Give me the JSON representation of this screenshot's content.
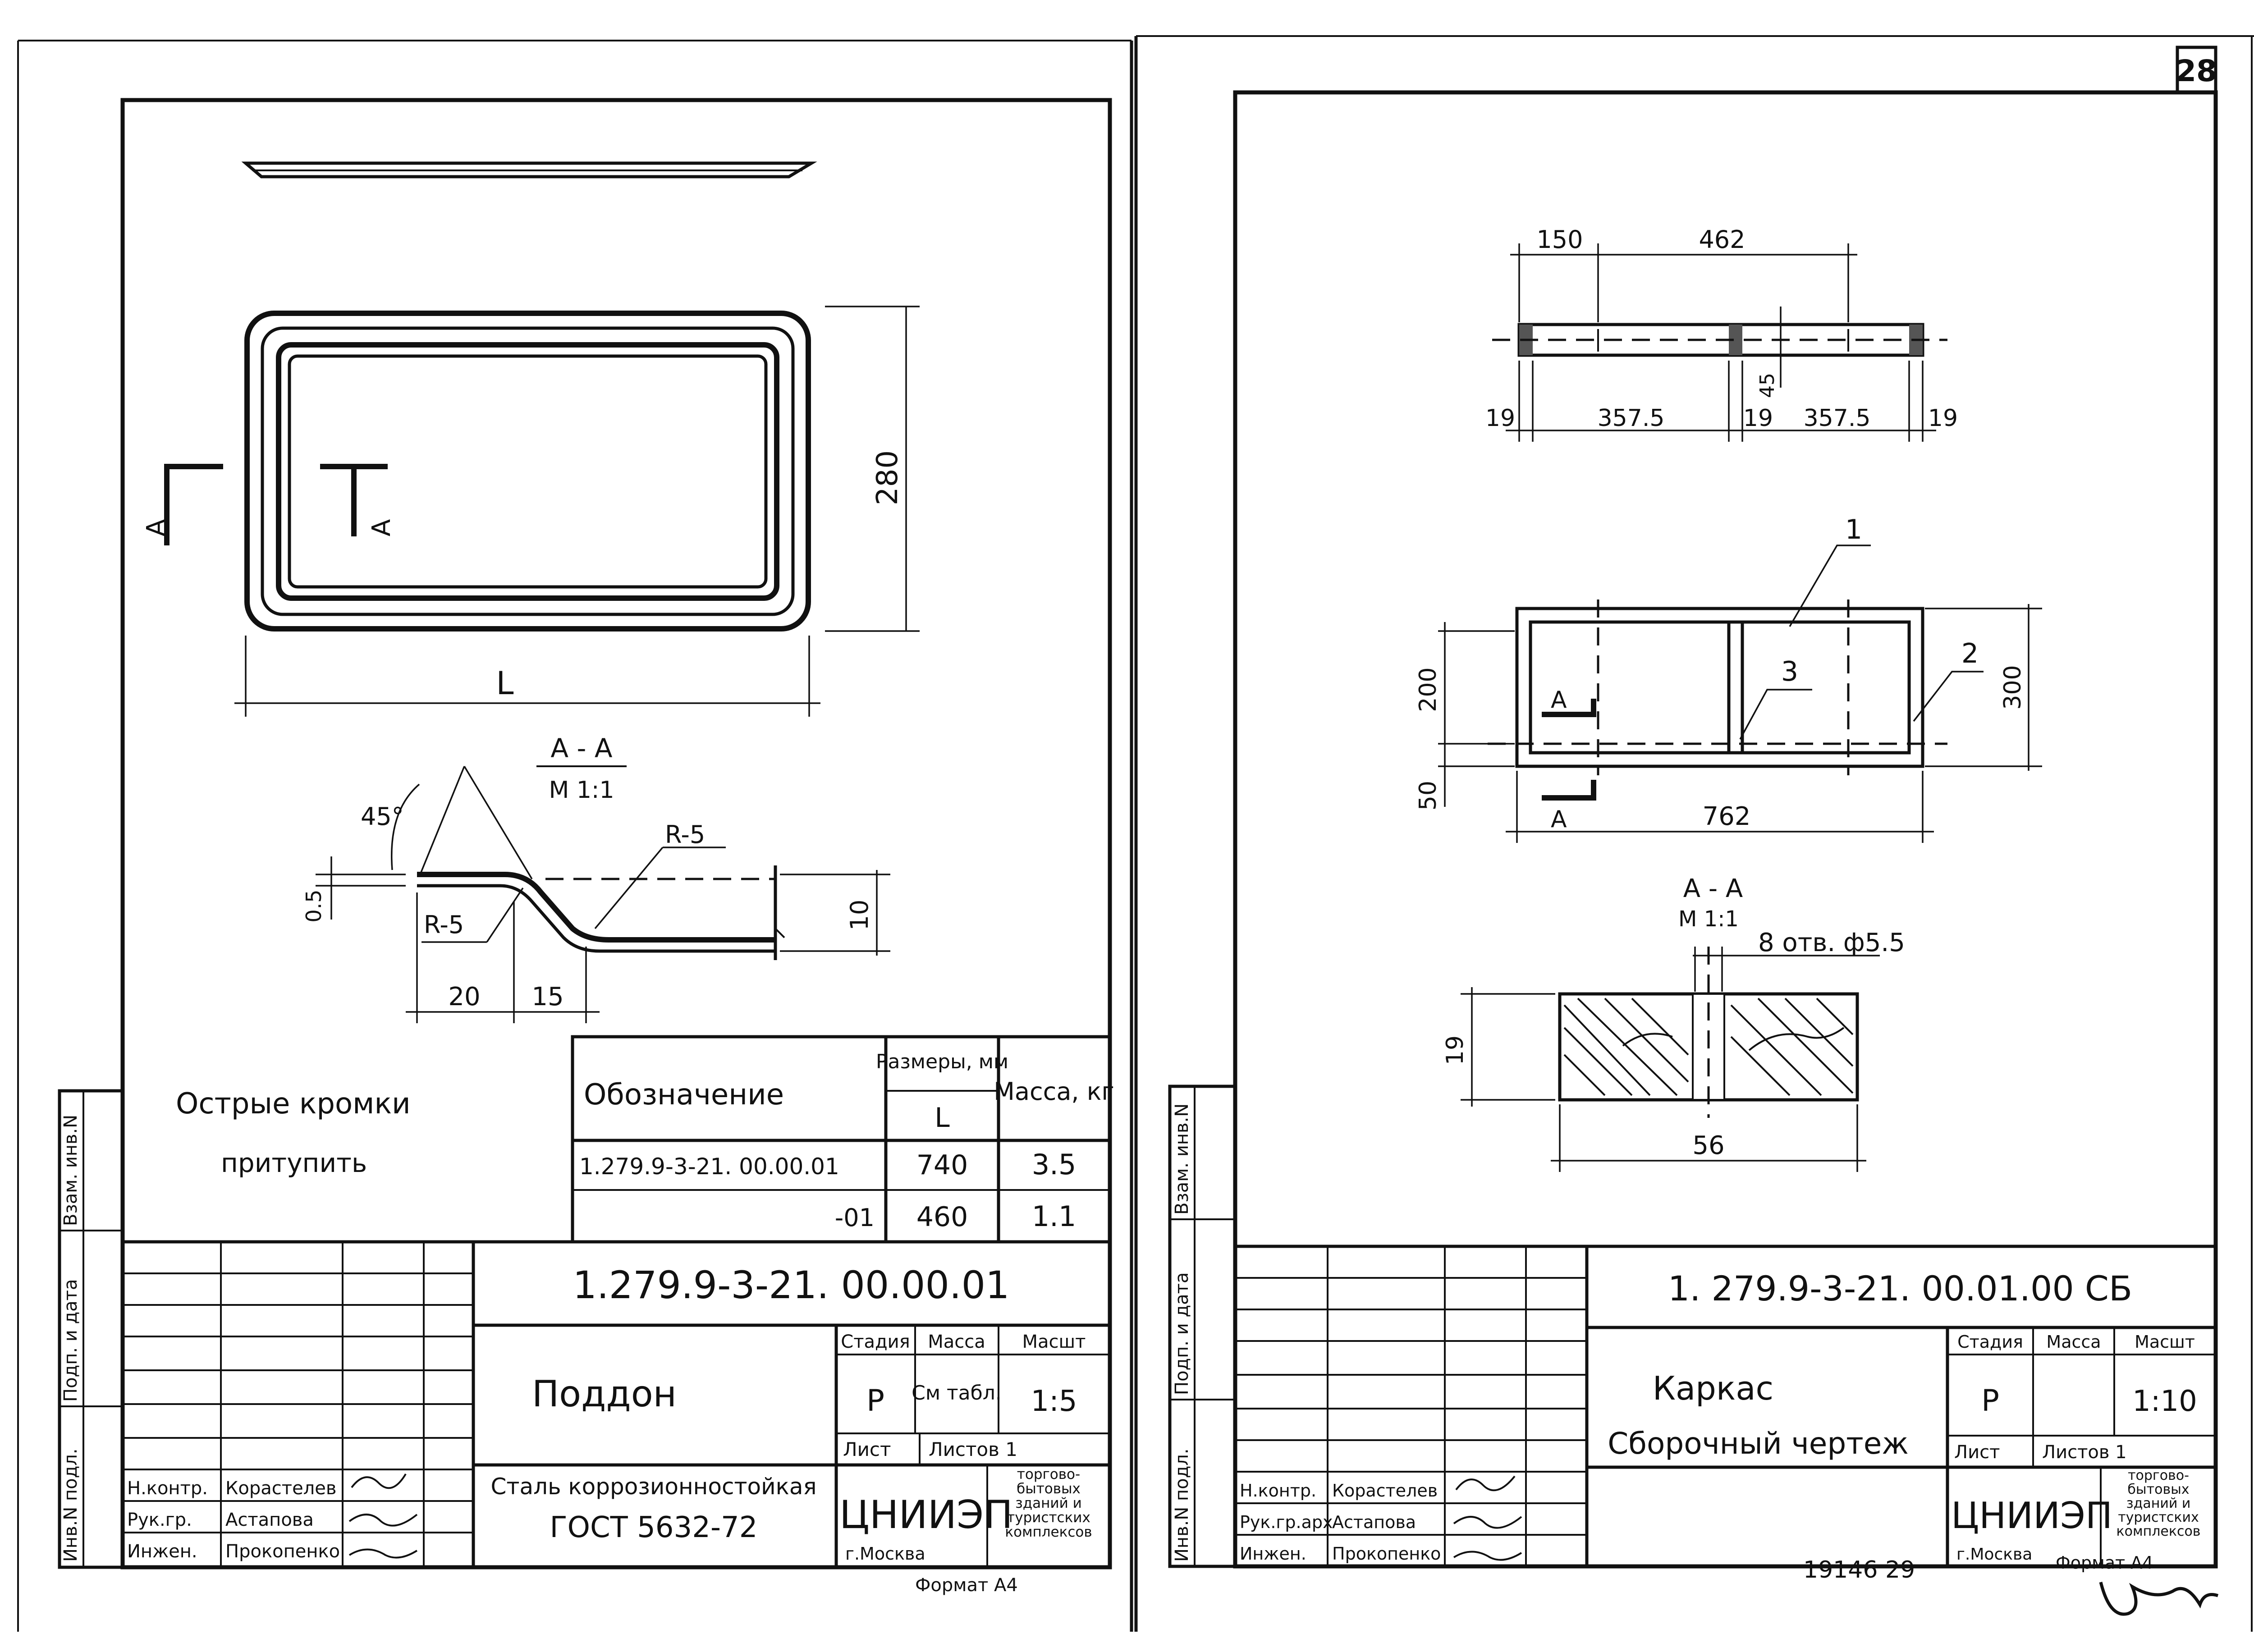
{
  "page_number": "28",
  "left_sheet": {
    "drawing": {
      "dim_height": "280",
      "dim_length": "L",
      "section_mark": "A",
      "section_title": "A - A",
      "section_scale": "M 1:1",
      "angle": "45°",
      "radius_outer": "R-5",
      "radius_inner": "R-5",
      "dim_thickness": "0.5",
      "dim_depth": "10",
      "dim_flat": "20",
      "dim_slope": "15"
    },
    "note_line1": "Острые кромки",
    "note_line2": "притупить",
    "table": {
      "col_designation": "Обозначение",
      "col_dims": "Размеры, мм",
      "col_dims_sub": "L",
      "col_mass": "Масса, кг",
      "rows": [
        {
          "designation": "1.279.9-3-21. 00.00.01",
          "L": "740",
          "mass": "3.5"
        },
        {
          "designation": "-01",
          "L": "460",
          "mass": "1.1"
        }
      ]
    },
    "side_labels": [
      "Взам. инв.N",
      "Подп. и дата",
      "Инв.N подл."
    ],
    "title_block": {
      "code": "1.279.9-3-21. 00.00.01",
      "name": "Поддон",
      "material_line1": "Сталь коррозионностойкая",
      "material_line2": "ГОСТ 5632-72",
      "h_stage": "Стадия",
      "h_mass": "Масса",
      "h_scale": "Масшт",
      "stage": "Р",
      "mass": "См табл.",
      "scale": "1:5",
      "sheet": "Лист",
      "sheets": "Листов 1",
      "org": "ЦНИИЭП",
      "org_city": "г.Москва",
      "org_desc": "торгово-бытовых зданий и туристских комплексов",
      "roles": [
        {
          "role": "Н.контр.",
          "name": "Корастелев"
        },
        {
          "role": "Рук.гр.",
          "name": "Астапова"
        },
        {
          "role": "Инжен.",
          "name": "Прокопенко"
        }
      ]
    },
    "format": "Формат А4"
  },
  "right_sheet": {
    "drawing": {
      "dim_150": "150",
      "dim_462": "462",
      "dim_19a": "19",
      "dim_357a": "357.5",
      "dim_19b": "19",
      "dim_357b": "357.5",
      "dim_19c": "19",
      "dim_45": "45",
      "pos1": "1",
      "pos2": "2",
      "pos3": "3",
      "dim_200": "200",
      "dim_50": "50",
      "dim_300": "300",
      "dim_762": "762",
      "section_mark": "A",
      "section_title": "A - A",
      "section_scale": "M 1:1",
      "holes": "8 отв. ф5.5",
      "dim_19_section": "19",
      "dim_56": "56"
    },
    "side_labels": [
      "Взам. инв.N",
      "Подп. и дата",
      "Инв.N подл."
    ],
    "title_block": {
      "code": "1. 279.9-3-21. 00.01.00 СБ",
      "name_line1": "Каркас",
      "name_line2": "Сборочный чертеж",
      "h_stage": "Стадия",
      "h_mass": "Масса",
      "h_scale": "Масшт",
      "stage": "Р",
      "mass": "",
      "scale": "1:10",
      "sheet": "Лист",
      "sheets": "Листов 1",
      "org": "ЦНИИЭП",
      "org_city": "г.Москва",
      "org_desc": "торгово-бытовых зданий и туристских комплексов",
      "roles": [
        {
          "role": "Н.контр.",
          "name": "Корастелев"
        },
        {
          "role": "Рук.гр.арх",
          "name": "Астапова"
        },
        {
          "role": "Инжен.",
          "name": "Прокопенко"
        }
      ]
    },
    "format": "Формат А4",
    "stamp_number": "19146 29"
  }
}
